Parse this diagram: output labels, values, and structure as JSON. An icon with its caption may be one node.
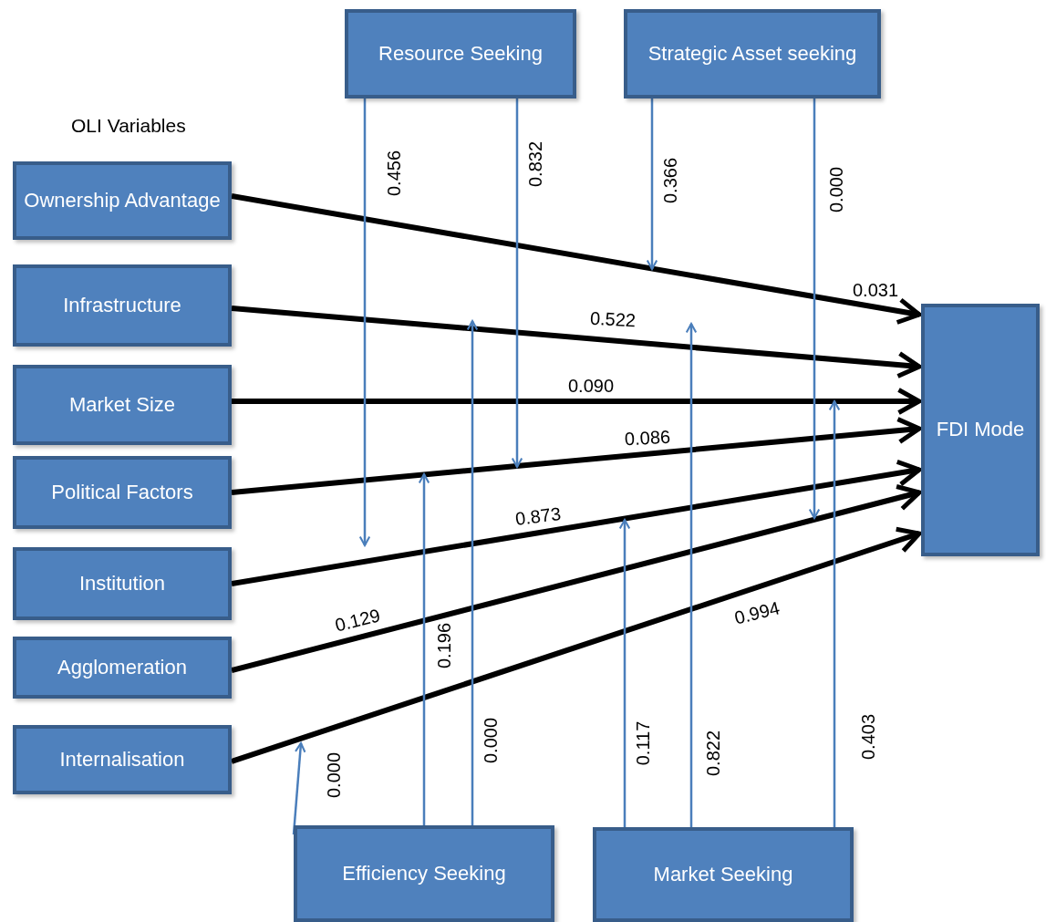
{
  "diagram": {
    "nodes": [
      {
        "text": [
          "Resource  Seeking"
        ]
      },
      {
        "text": [
          "Strategic Asset seeking"
        ]
      },
      {
        "text": [
          "Ownership Advantage"
        ]
      },
      {
        "text": [
          "Infrastructure"
        ]
      },
      {
        "text": [
          "Market  Size"
        ]
      },
      {
        "text": [
          "Political Factors"
        ]
      },
      {
        "text": [
          "Institution"
        ]
      },
      {
        "text": [
          "Agglomeration"
        ]
      },
      {
        "text": [
          "Internalisation"
        ]
      },
      {
        "text": [
          "FDI Mode"
        ]
      },
      {
        "text": [
          "Efficiency Seeking"
        ]
      },
      {
        "text": [
          "Market  Seeking"
        ]
      }
    ],
    "edges": [
      {
        "from": 2,
        "to": 9,
        "arrow": "to",
        "label": "0.031",
        "style": "thick",
        "color": "#000000"
      },
      {
        "from": 3,
        "to": 9,
        "arrow": "to",
        "label": "0.522",
        "style": "thick",
        "color": "#000000"
      },
      {
        "from": 4,
        "to": 9,
        "arrow": "to",
        "label": "0.090",
        "style": "thick",
        "color": "#000000"
      },
      {
        "from": 5,
        "to": 9,
        "arrow": "to",
        "label": "0.086",
        "style": "thick",
        "color": "#000000"
      },
      {
        "from": 6,
        "to": 9,
        "arrow": "to",
        "label": "0.873",
        "style": "thick",
        "color": "#000000"
      },
      {
        "from": 7,
        "to": 9,
        "arrow": "to",
        "label": "0.129",
        "style": "thick",
        "color": "#000000"
      },
      {
        "from": 8,
        "to": 9,
        "arrow": "to",
        "label": "0.994",
        "style": "thick",
        "color": "#000000"
      },
      {
        "from": 0,
        "to": null,
        "arrow": "to",
        "label": "0.456"
      },
      {
        "from": 0,
        "to": null,
        "arrow": "to",
        "label": "0.832"
      },
      {
        "from": 1,
        "to": null,
        "arrow": "to",
        "label": "0.366"
      },
      {
        "from": 1,
        "to": null,
        "arrow": "to",
        "label": "0.000"
      },
      {
        "from": 10,
        "to": null,
        "arrow": "to",
        "label": "0.000"
      },
      {
        "from": 10,
        "to": null,
        "arrow": "to",
        "label": "0.196"
      },
      {
        "from": 10,
        "to": null,
        "arrow": "to",
        "label": "0.000"
      },
      {
        "from": 11,
        "to": null,
        "arrow": "to",
        "label": "0.117"
      },
      {
        "from": 11,
        "to": null,
        "arrow": "to",
        "label": "0.822"
      },
      {
        "from": 11,
        "to": null,
        "arrow": "to",
        "label": "0.403"
      }
    ],
    "labels": [
      "OLI Variables"
    ]
  }
}
